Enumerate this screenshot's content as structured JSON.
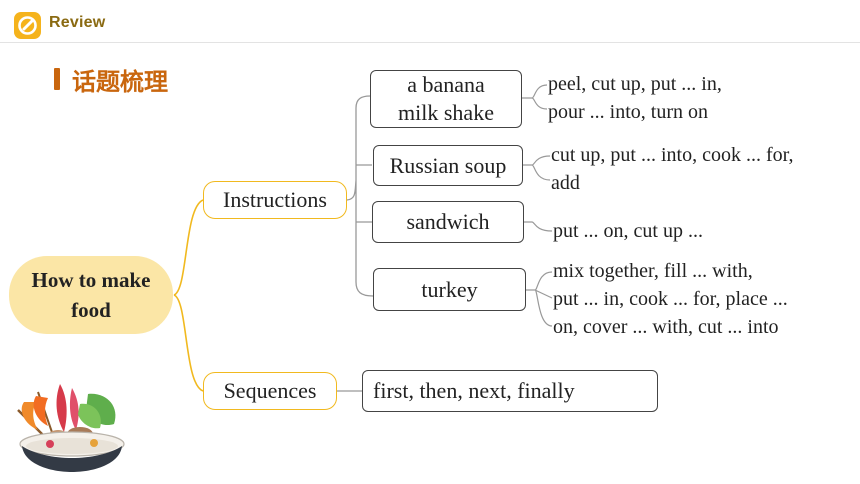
{
  "header": {
    "title": "Review"
  },
  "topic": {
    "title": "话题梳理"
  },
  "mindmap": {
    "root": "How to make food",
    "branches": {
      "instructions": {
        "label": "Instructions",
        "items": [
          {
            "label": "a banana milk shake",
            "steps": [
              "peel, cut up, put ... in,",
              "pour ... into, turn on"
            ]
          },
          {
            "label": "Russian soup",
            "steps": [
              "cut up, put ... into, cook ... for,",
              "add"
            ]
          },
          {
            "label": "sandwich",
            "steps": [
              "put ... on, cut up ..."
            ]
          },
          {
            "label": "turkey",
            "steps": [
              "mix together, fill ... with,",
              "put ... in, cook ... for, place ...",
              "on, cover ... with, cut ... into"
            ]
          }
        ]
      },
      "sequences": {
        "label": "Sequences",
        "words": "first, then, next, finally"
      }
    }
  },
  "colors": {
    "accent": "#f1b91f",
    "title": "#c9660e",
    "root_fill": "#fbe6a6"
  },
  "icons": {
    "logo": "pencil-icon",
    "illustration": "food-pot-icon"
  }
}
